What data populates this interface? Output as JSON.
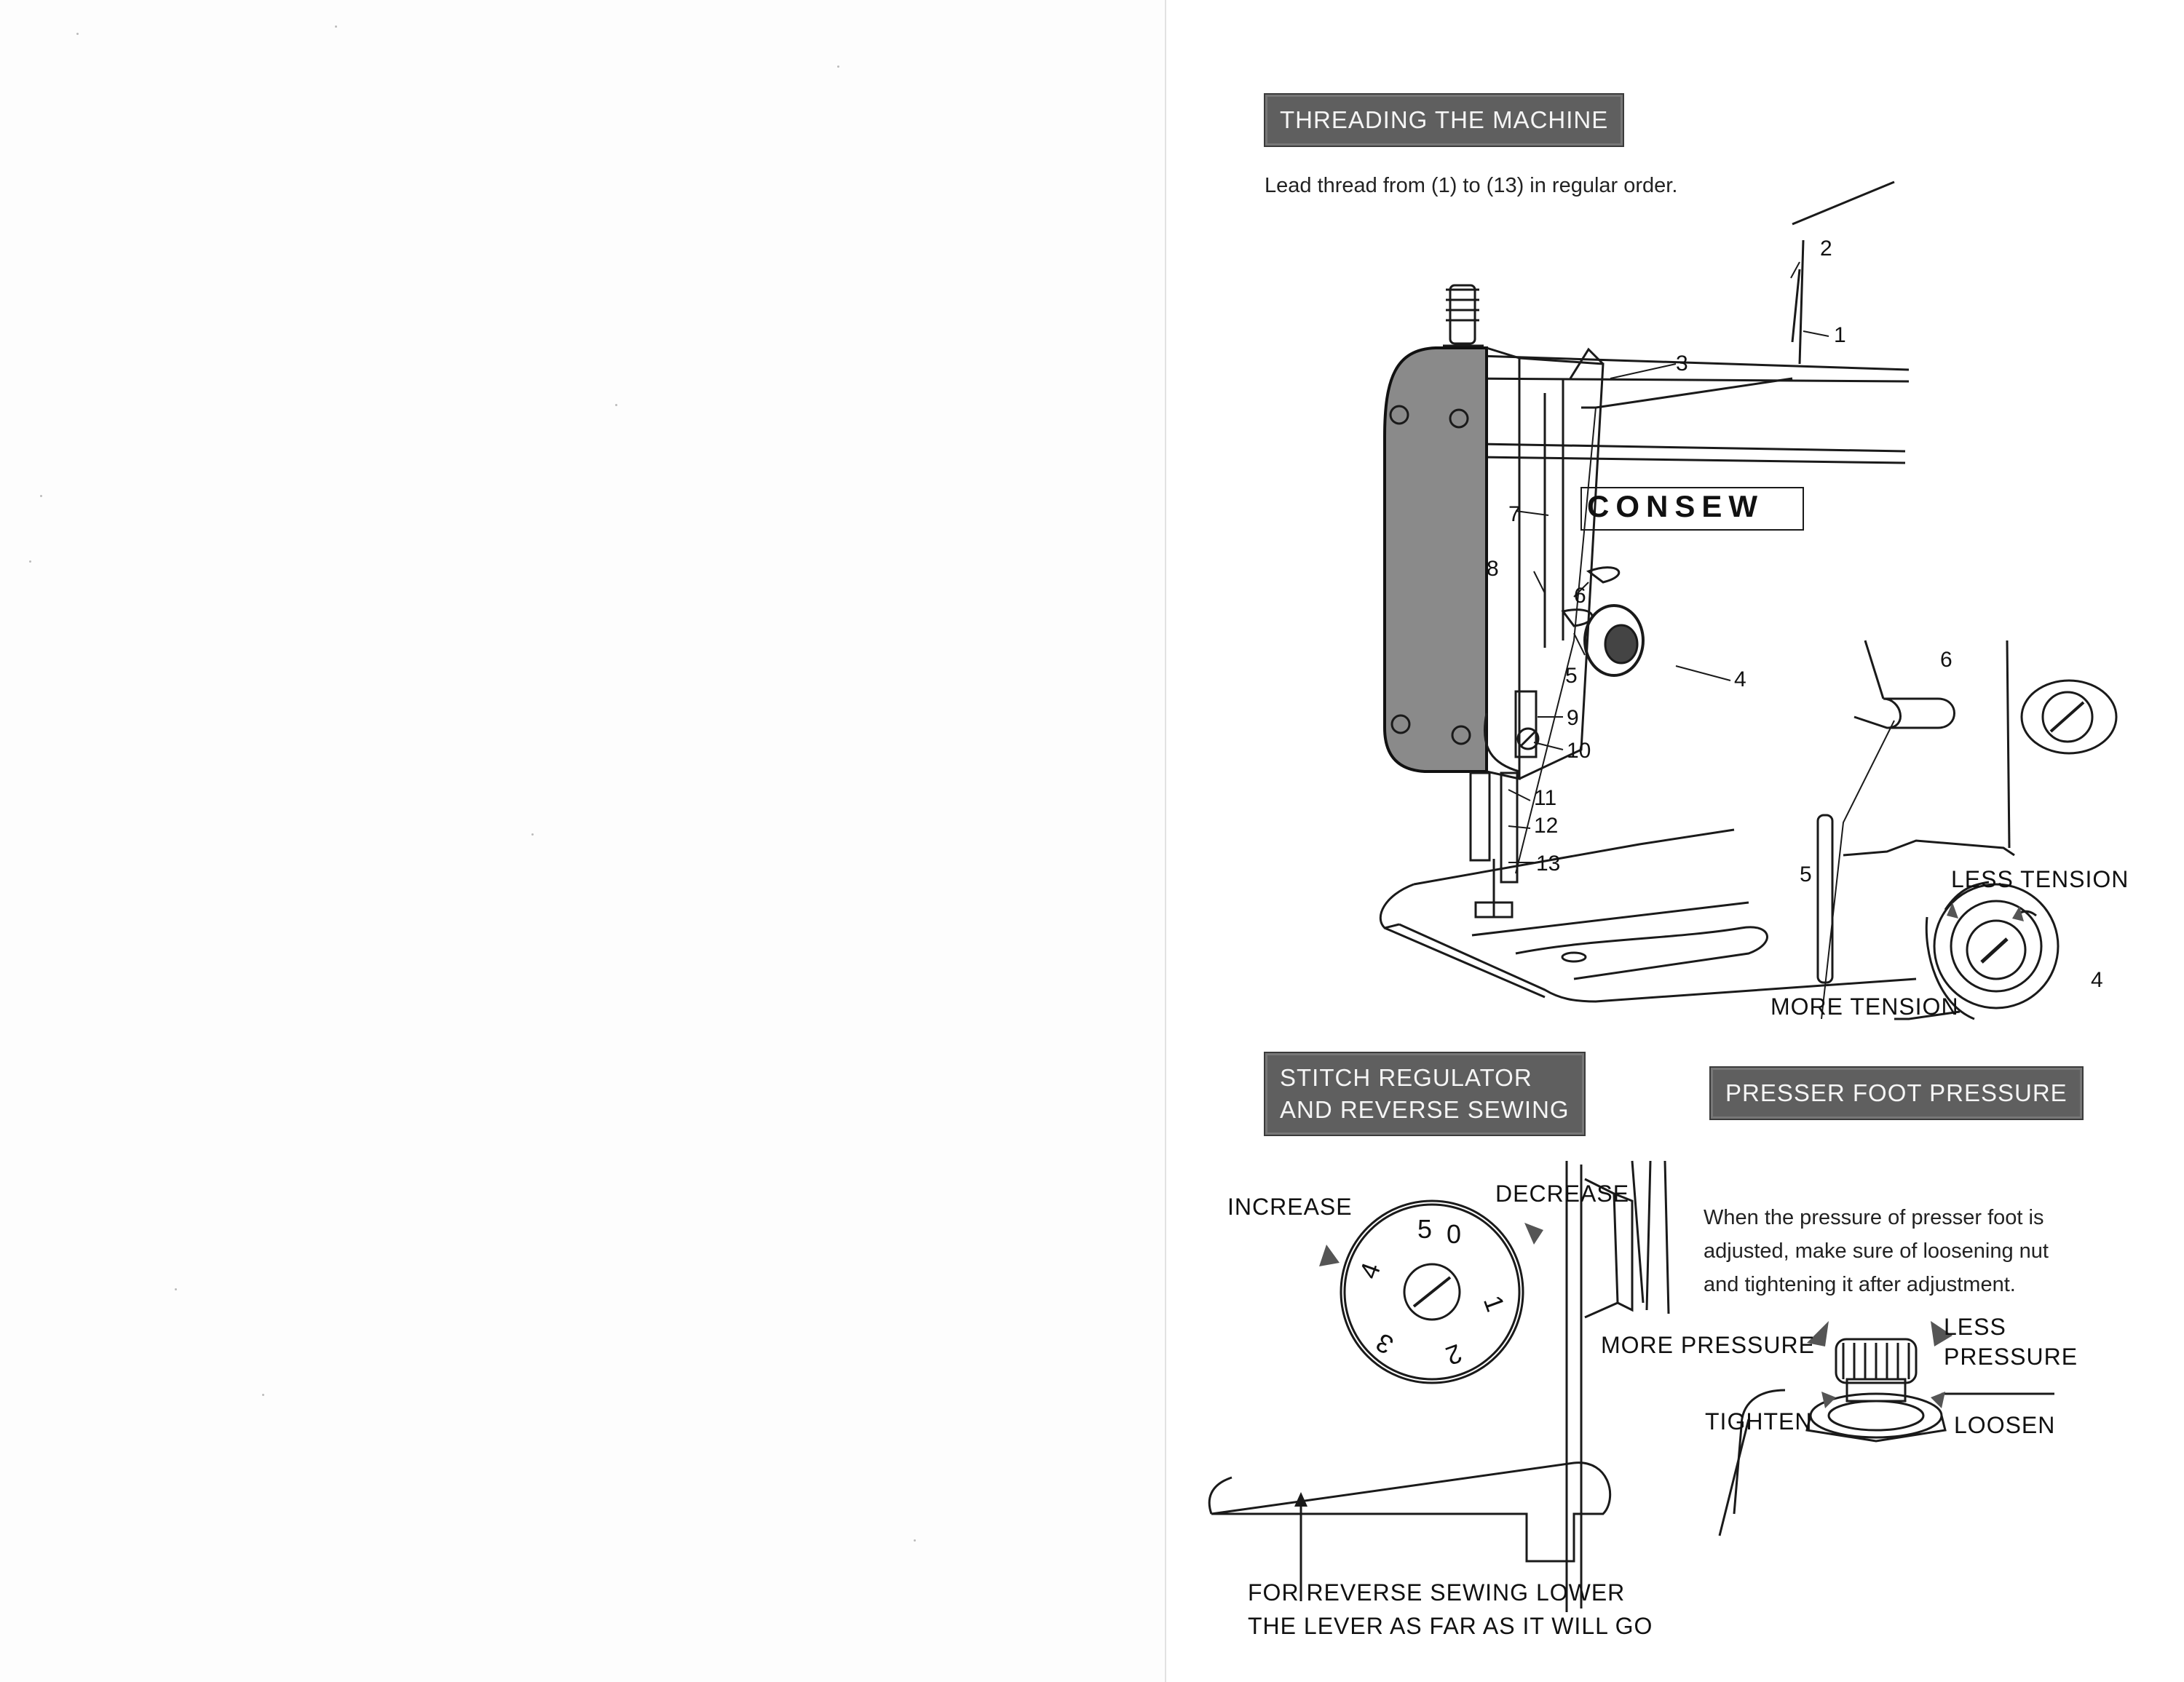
{
  "threading": {
    "title": "THREADING THE MACHINE",
    "instruction": "Lead thread from (1) to (13) in regular order.",
    "brand": "CONSEW",
    "callouts": [
      "1",
      "2",
      "3",
      "4",
      "5",
      "6",
      "7",
      "8",
      "9",
      "10",
      "11",
      "12",
      "13"
    ],
    "tension_detail": {
      "num_6": "6",
      "num_5": "5",
      "num_4": "4",
      "less": "LESS TENSION",
      "more": "MORE TENSION"
    }
  },
  "stitch": {
    "title_line1": "STITCH REGULATOR",
    "title_line2": "AND REVERSE SEWING",
    "increase": "INCREASE",
    "decrease": "DECREASE",
    "dial_numbers": [
      "5",
      "0",
      "4",
      "1",
      "3",
      "2"
    ],
    "reverse_line1": "FOR REVERSE SEWING LOWER",
    "reverse_line2": "THE LEVER AS FAR AS IT WILL GO"
  },
  "presser": {
    "title": "PRESSER FOOT PRESSURE",
    "text_line1": "When the pressure of presser foot is",
    "text_line2": "adjusted, make sure of loosening nut",
    "text_line3": "and tightening it after adjustment.",
    "more_pressure": "MORE PRESSURE",
    "less_line1": "LESS",
    "less_line2": "PRESSURE",
    "tighten": "TIGHTEN",
    "loosen": "LOOSEN"
  }
}
